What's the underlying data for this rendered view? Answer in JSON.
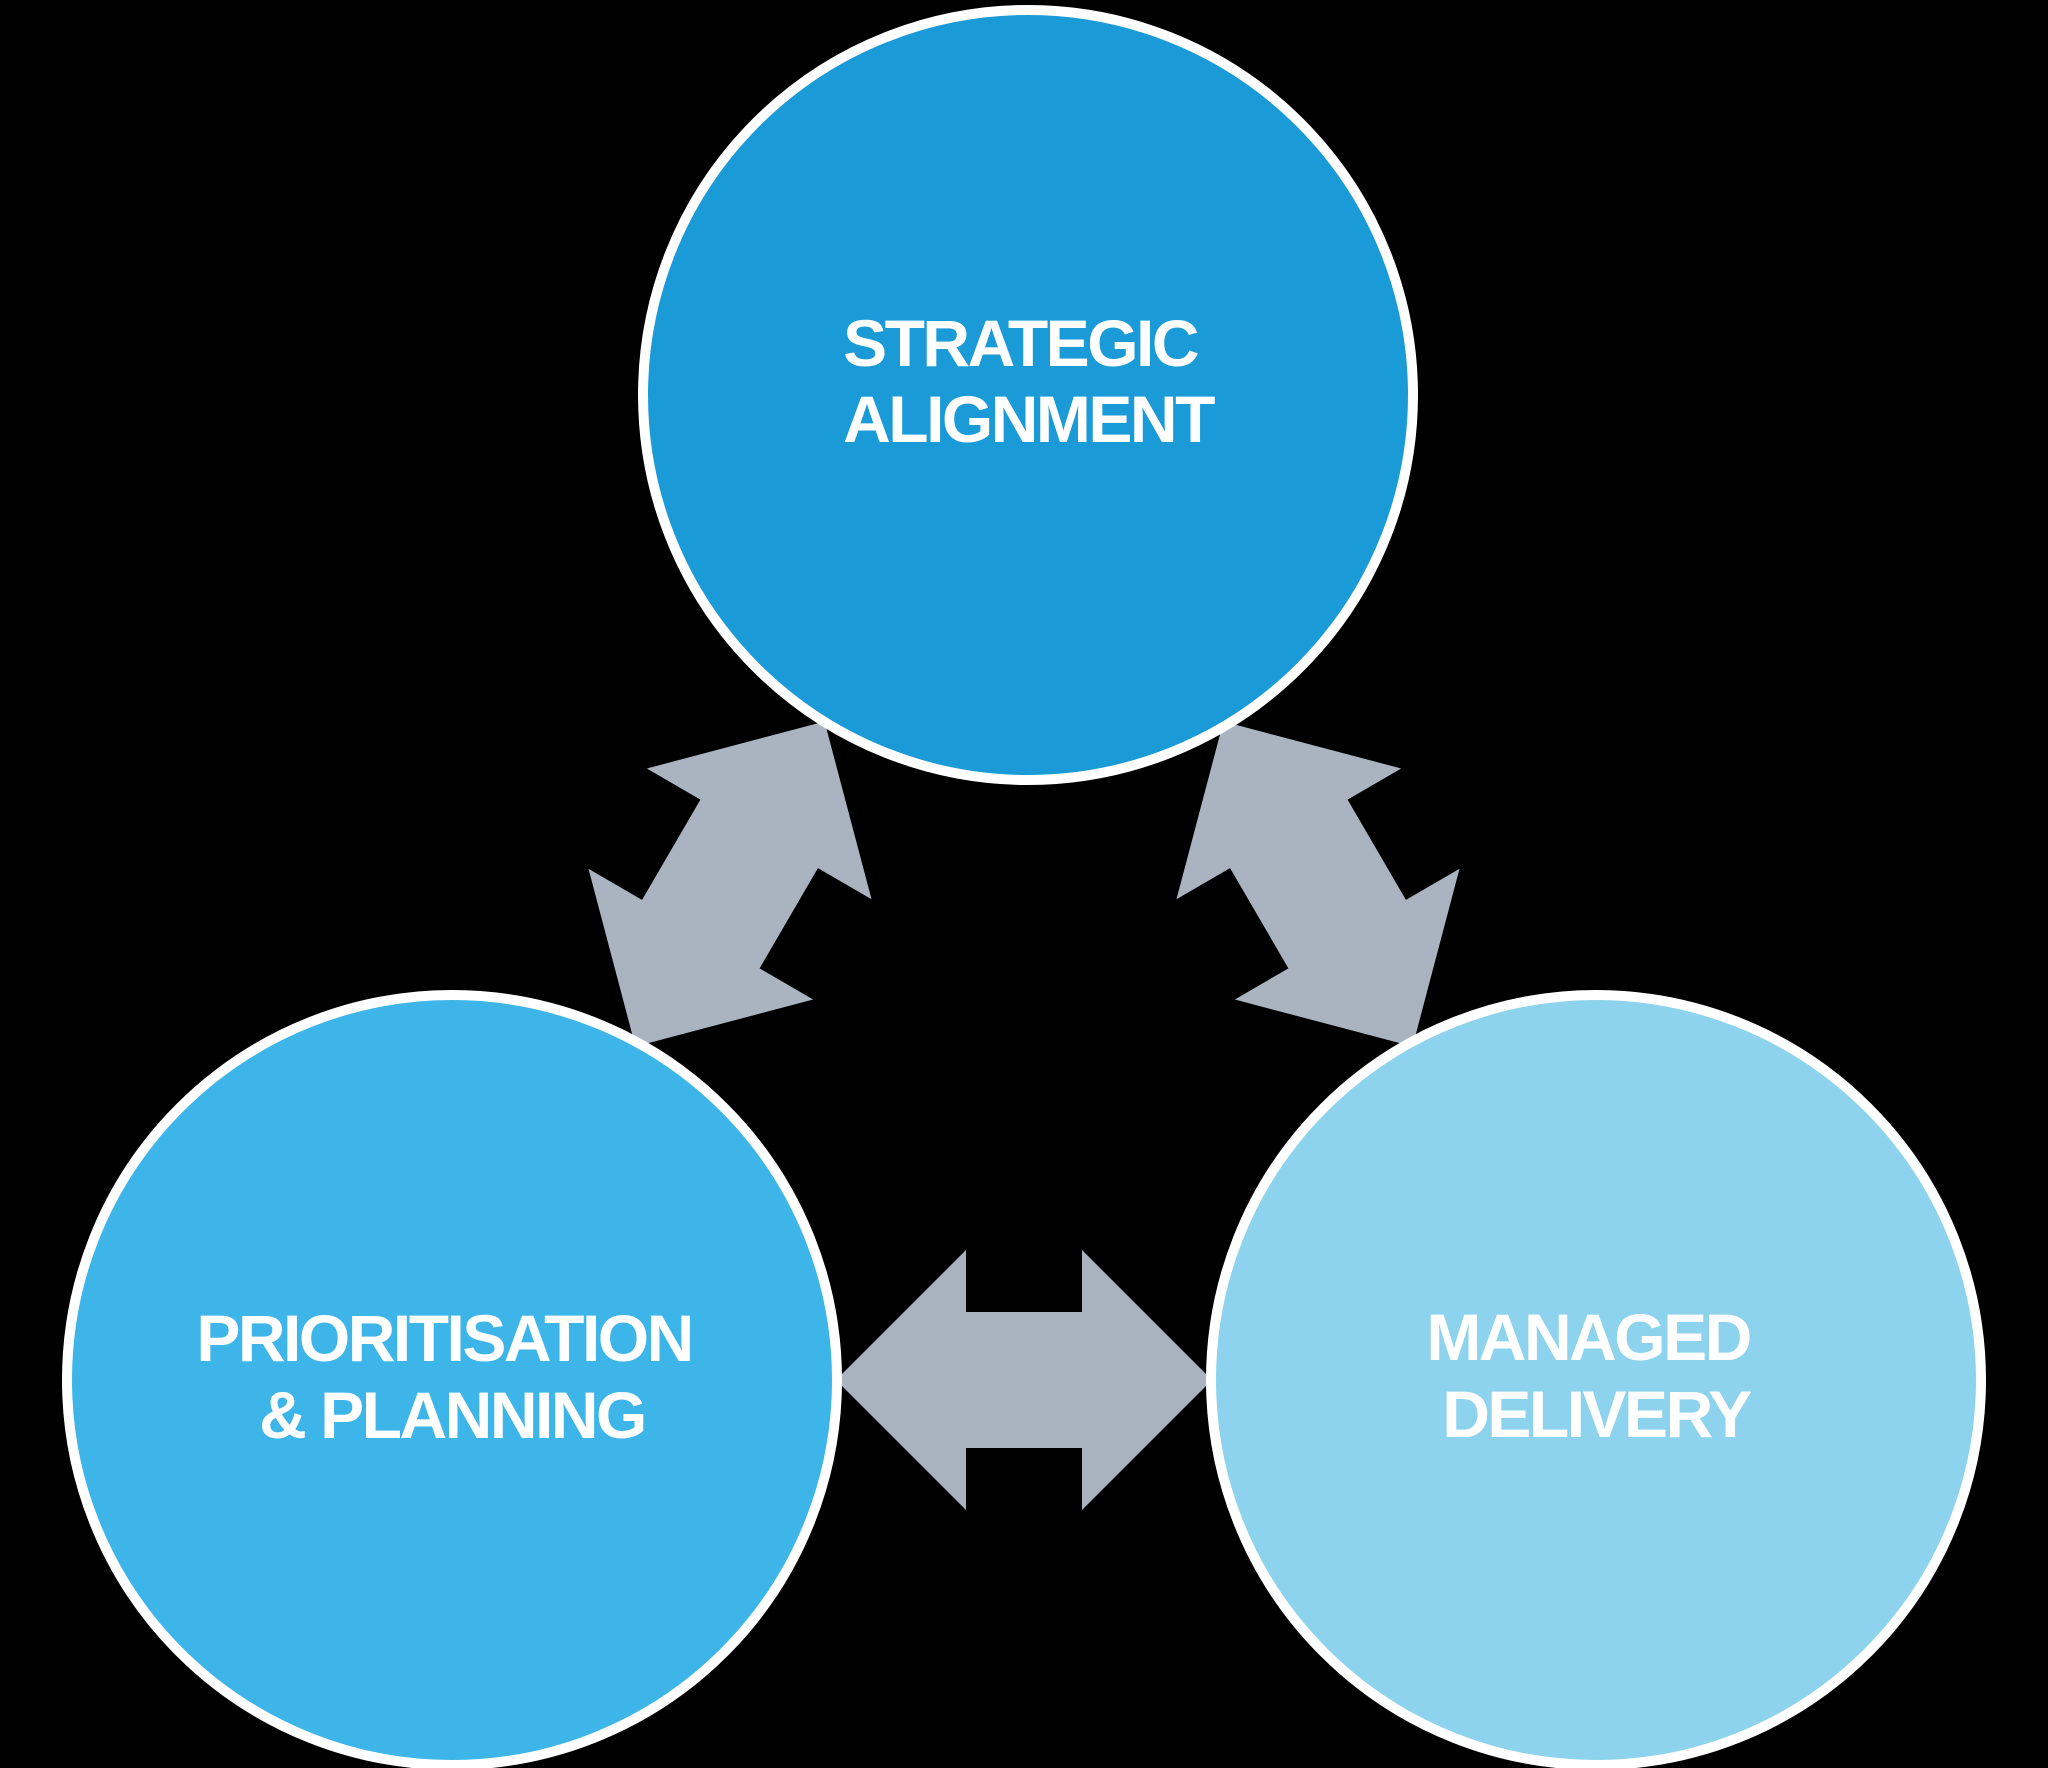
{
  "diagram": {
    "background_color": "#000000",
    "arrow_color": "#A9B4C0",
    "circle_border_color": "#FFFFFF",
    "nodes": [
      {
        "id": "strategic-alignment",
        "label_line1": "STRATEGIC",
        "label_line2": "ALIGNMENT",
        "fill": "#1B9AD8",
        "text_color": "#FFFFFF",
        "position": "top"
      },
      {
        "id": "prioritisation-planning",
        "label_line1": "PRIORITISATION",
        "label_line2": "& PLANNING",
        "fill": "#3EB5E8",
        "text_color": "#FFFFFF",
        "position": "bottom-left"
      },
      {
        "id": "managed-delivery",
        "label_line1": "MANAGED",
        "label_line2": "DELIVERY",
        "fill": "#8ED3EE",
        "text_color": "#FFFFFF",
        "position": "bottom-right"
      }
    ],
    "connections": [
      {
        "from": "strategic-alignment",
        "to": "prioritisation-planning",
        "style": "double-headed"
      },
      {
        "from": "strategic-alignment",
        "to": "managed-delivery",
        "style": "double-headed"
      },
      {
        "from": "prioritisation-planning",
        "to": "managed-delivery",
        "style": "double-headed"
      }
    ]
  }
}
